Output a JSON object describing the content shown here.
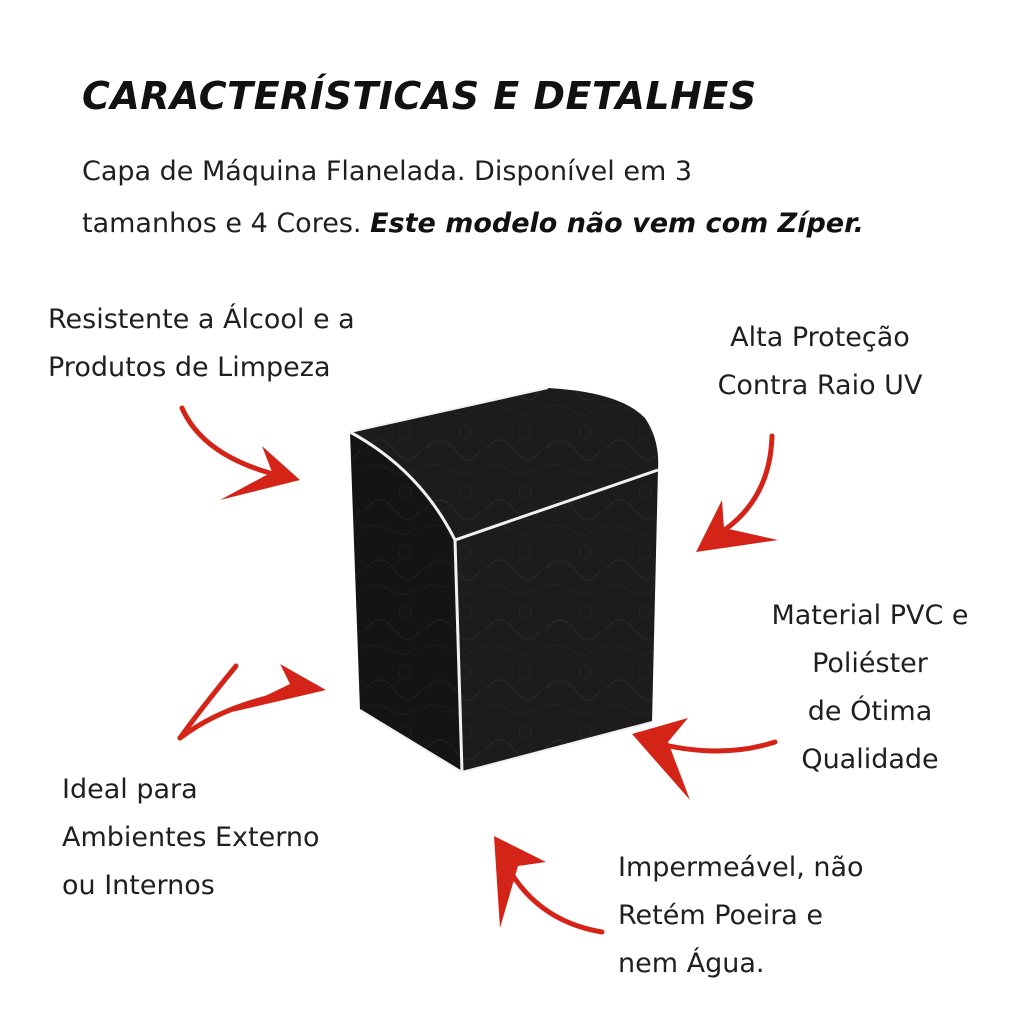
{
  "header": {
    "title": "CARACTERÍSTICAS E DETALHES",
    "intro_line1": "Capa de Máquina Flanelada. Disponível em 3",
    "intro_line2_plain": "tamanhos e 4 Cores. ",
    "intro_line2_emph": "Este modelo não vem com Zíper."
  },
  "features": {
    "alcool": {
      "line1": "Resistente a Álcool e a",
      "line2": "Produtos de Limpeza"
    },
    "uv": {
      "line1": "Alta Proteção",
      "line2": "Contra Raio UV"
    },
    "material": {
      "line1": "Material PVC e",
      "line2": "Poliéster",
      "line3": "de Ótima",
      "line4": "Qualidade"
    },
    "ambientes": {
      "line1": "Ideal para",
      "line2": "Ambientes Externo",
      "line3": "ou Internos"
    },
    "impermeavel": {
      "line1": "Impermeável, não",
      "line2": "Retém Poeira e",
      "line3": "nem Água."
    }
  },
  "colors": {
    "arrow": "#d42418",
    "cover": "#1c1c1c",
    "piping": "#f2f2f2"
  }
}
